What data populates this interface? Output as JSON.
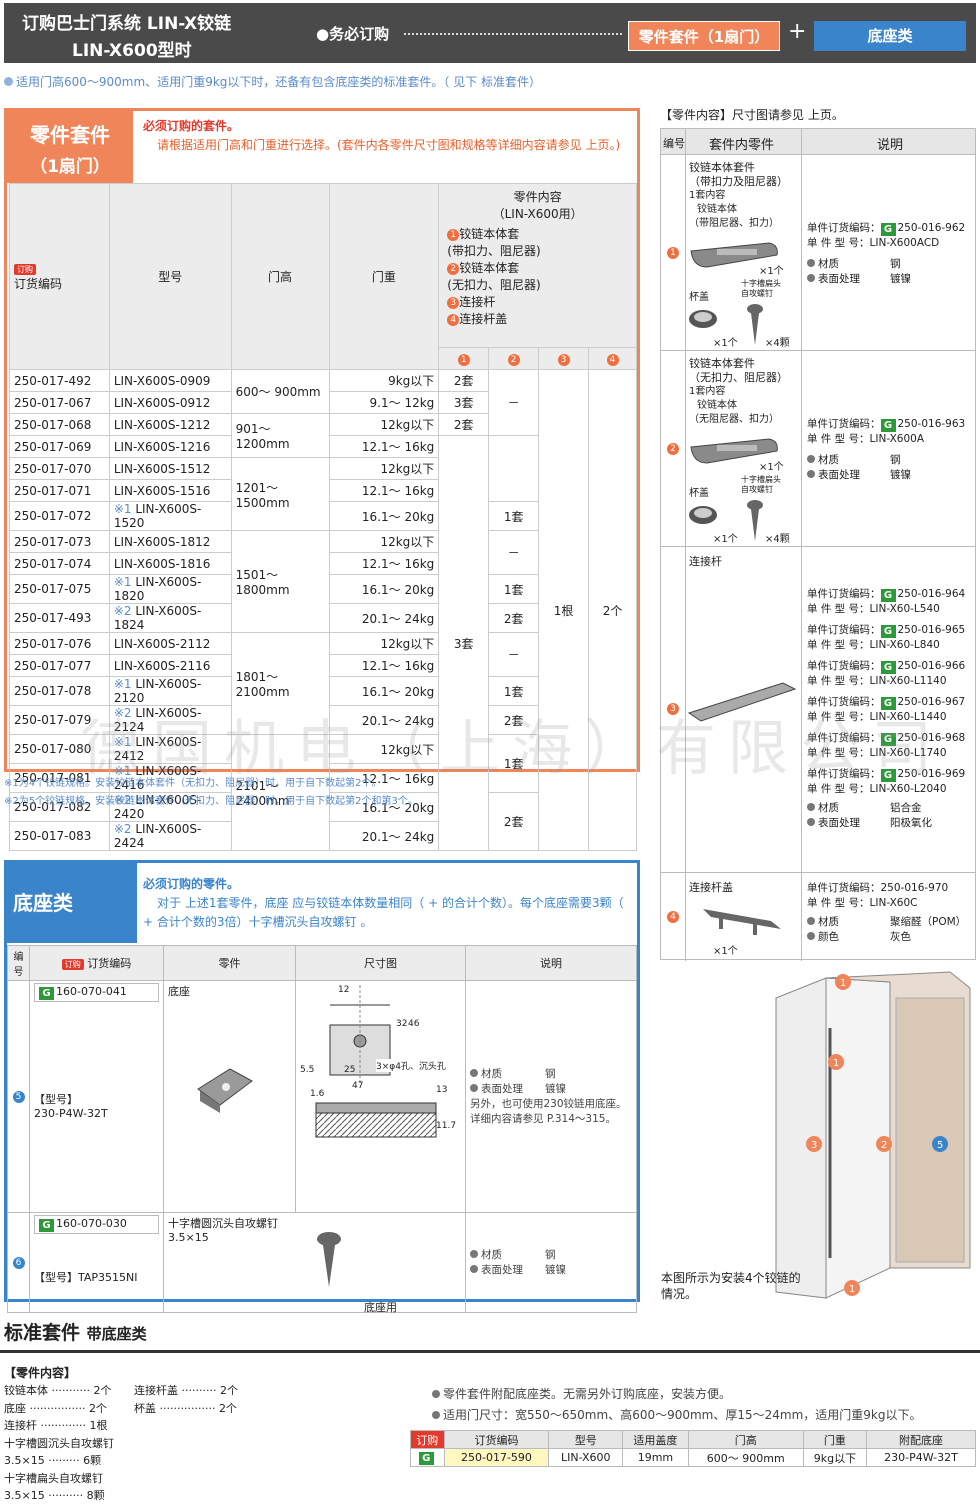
{
  "header": {
    "title1": "订购巴士门系统 LIN-X铰链",
    "title2": "LIN-X600型时",
    "must": "●务必订购",
    "kit": "零件套件（1扇门）",
    "plus": "+",
    "base": "底座类"
  },
  "note": "适用门高600～900mm、适用门重9kg以下时，还备有包含底座类的标准套件。（ 见下 标准套件）",
  "kit": {
    "head1": "零件套件",
    "head2": "（1扇门）",
    "msg1": "必须订购的套件。",
    "msg2": "请根据适用门高和门重进行选择。(套件内各零件尺寸图和规格等详细内容请参见  上页。)",
    "col_order": "订购",
    "col_code": "订货编码",
    "col_model": "型号",
    "col_h": "门高",
    "col_w": "门重",
    "col_contents": "零件内容",
    "col_contents2": "（LIN-X600用）",
    "c1": "铰链本体套",
    "c1b": "(带扣力、阻尼器)",
    "c2": "铰链本体套",
    "c2b": "(无扣力、阻尼器)",
    "c3": "连接杆",
    "c4": "连接杆盖",
    "rows": [
      [
        "250-017-492",
        "",
        "LIN-X600S-0909",
        "9kg以下"
      ],
      [
        "250-017-067",
        "",
        "LIN-X600S-0912",
        "9.1～ 12kg"
      ],
      [
        "250-017-068",
        "",
        "LIN-X600S-1212",
        "12kg以下"
      ],
      [
        "250-017-069",
        "",
        "LIN-X600S-1216",
        "12.1～ 16kg"
      ],
      [
        "250-017-070",
        "",
        "LIN-X600S-1512",
        "12kg以下"
      ],
      [
        "250-017-071",
        "",
        "LIN-X600S-1516",
        "12.1～ 16kg"
      ],
      [
        "250-017-072",
        "※1",
        "LIN-X600S-1520",
        "16.1～ 20kg"
      ],
      [
        "250-017-073",
        "",
        "LIN-X600S-1812",
        "12kg以下"
      ],
      [
        "250-017-074",
        "",
        "LIN-X600S-1816",
        "12.1～ 16kg"
      ],
      [
        "250-017-075",
        "※1",
        "LIN-X600S-1820",
        "16.1～ 20kg"
      ],
      [
        "250-017-493",
        "※2",
        "LIN-X600S-1824",
        "20.1～ 24kg"
      ],
      [
        "250-017-076",
        "",
        "LIN-X600S-2112",
        "12kg以下"
      ],
      [
        "250-017-077",
        "",
        "LIN-X600S-2116",
        "12.1～ 16kg"
      ],
      [
        "250-017-078",
        "※1",
        "LIN-X600S-2120",
        "16.1～ 20kg"
      ],
      [
        "250-017-079",
        "※2",
        "LIN-X600S-2124",
        "20.1～ 24kg"
      ],
      [
        "250-017-080",
        "※1",
        "LIN-X600S-2412",
        "12kg以下"
      ],
      [
        "250-017-081",
        "※1",
        "LIN-X600S-2416",
        "12.1～ 16kg"
      ],
      [
        "250-017-082",
        "※2",
        "LIN-X600S-2420",
        "16.1～ 20kg"
      ],
      [
        "250-017-083",
        "※2",
        "LIN-X600S-2424",
        "20.1～ 24kg"
      ]
    ],
    "h1": "600～ 900mm",
    "h2": "901～ 1200mm",
    "h3": "1201～ 1500mm",
    "h4": "1501～ 1800mm",
    "h5": "1801～ 2100mm",
    "h6": "2101～ 2400mm",
    "q2a": "2套",
    "q3a": "3套",
    "q2b": "2套",
    "q3main": "3套",
    "dash": "－",
    "one": "1套",
    "two": "2套",
    "rod": "1根",
    "cap": "2个",
    "foot1": "※1为4个铰链规格。安装铰链本体套件（无扣力、阻尼器）时，用于自下数起第2个。",
    "foot2": "※2为5个铰链规格。安装铰链本体套件（无扣力、阻尼器）时，用于自下数起第2个和第3个。"
  },
  "parts": {
    "title": "【零件内容】尺寸图请参见  上页。",
    "h_no": "编号",
    "h_part": "套件内零件",
    "h_desc": "说明",
    "p1": {
      "t1": "铰链本体套件",
      "t2": "（带扣力及阻尼器）",
      "t3": "1套内容",
      "t4": "铰链本体",
      "t5": "（带阻尼器、扣力）",
      "x1": "×1个",
      "cap": "杯盖",
      "x2": "×1个",
      "scr": "十字槽扁头自攻螺钉",
      "x4": "×4颗",
      "code_l": "单件订货编码：",
      "code": "250-016-962",
      "model_l": "单 件 型 号：",
      "model": "LIN-X600ACD",
      "m_l": "材质",
      "m": "钢",
      "s_l": "表面处理",
      "s": "镀镍"
    },
    "p2": {
      "t1": "铰链本体套件",
      "t2": "（无扣力、阻尼器）",
      "t3": "1套内容",
      "t4": "铰链本体",
      "t5": "（无阻尼器、扣力）",
      "x1": "×1个",
      "cap": "杯盖",
      "x2": "×1个",
      "scr": "十字槽扁头自攻螺钉",
      "x4": "×4颗",
      "code_l": "单件订货编码：",
      "code": "250-016-963",
      "model_l": "单 件 型 号：",
      "model": "LIN-X600A",
      "m_l": "材质",
      "m": "钢",
      "s_l": "表面处理",
      "s": "镀镍"
    },
    "p3": {
      "t1": "连接杆",
      "codes": [
        [
          "250-016-964",
          "LIN-X60-L540"
        ],
        [
          "250-016-965",
          "LIN-X60-L840"
        ],
        [
          "250-016-966",
          "LIN-X60-L1140"
        ],
        [
          "250-016-967",
          "LIN-X60-L1440"
        ],
        [
          "250-016-968",
          "LIN-X60-L1740"
        ],
        [
          "250-016-969",
          "LIN-X60-L2040"
        ]
      ],
      "code_l": "单件订货编码：",
      "model_l": "单 件 型 号：",
      "m_l": "材质",
      "m": "铝合金",
      "s_l": "表面处理",
      "s": "阳极氧化"
    },
    "p4": {
      "t1": "连接杆盖",
      "x1": "×1个",
      "code_l": "单件订货编码：",
      "code": "250-016-970",
      "model_l": "单 件 型 号：",
      "model": "LIN-X60C",
      "m_l": "材质",
      "m": "聚缩醛（POM）",
      "c_l": "颜色",
      "c": "灰色"
    }
  },
  "base": {
    "head": "底座类",
    "msg1": "必须订购的零件。",
    "msg2": "对于  上述1套零件，底座 应与铰链本体数量相同（ + 的合计个数）。每个底座需要3颗（ + 合计个数的3倍）十字槽沉头自攻螺钉 。",
    "h_no": "编号",
    "h_code": "订货编码",
    "h_part": "零件",
    "h_dim": "尺寸图",
    "h_desc": "说明",
    "r5": {
      "code": "160-070-041",
      "model_l": "【型号】",
      "model": "230-P4W-32T",
      "part": "底座",
      "m_l": "材质",
      "m": "钢",
      "s_l": "表面处理",
      "s": "镀镍",
      "extra": "另外，也可使用230铰链用底座。",
      "ref": "详细内容请参见  P.314～315。"
    },
    "dims": {
      "d12": "12",
      "d32": "32",
      "d46": "46",
      "d55": "5.5",
      "d25": "25",
      "hole": "3×φ4孔、沉头孔",
      "d47": "47",
      "d13": "13",
      "d16": "1.6",
      "d117": "11.7"
    },
    "r6": {
      "code": "160-070-030",
      "model_l": "【型号】",
      "model": "TAP3515NI",
      "part": "十字槽圆沉头自攻螺钉",
      "size": "3.5×15",
      "m_l": "材质",
      "m": "钢",
      "s_l": "表面处理",
      "s": "镀镍",
      "use": "底座用"
    }
  },
  "diagram": {
    "caption": "本图所示为安装4个铰链的情况。"
  },
  "std": {
    "title": "标准套件",
    "sub": "带底座类",
    "contents": "【零件内容】",
    "list": [
      [
        "铰链本体 ··········· 2个",
        "连接杆盖 ·········· 2个"
      ],
      [
        "底座 ················ 2个",
        "杯盖 ················ 2个"
      ],
      [
        "连接杆 ············· 1根",
        ""
      ],
      [
        "十字槽圆沉头自攻螺钉3.5×15 ········· 6颗",
        ""
      ],
      [
        "十字槽扁头自攻螺钉3.5×15 ·········· 8颗",
        ""
      ]
    ],
    "note1": "零件套件附配底座类。无需另外订购底座，安装方便。",
    "note2": "适用门尺寸：宽550～650mm、高600～900mm、厚15～24mm，适用门重9kg以下。",
    "th": [
      "订购",
      "订货编码",
      "型号",
      "适用盖度",
      "门高",
      "门重",
      "附配底座"
    ],
    "row": [
      "250-017-590",
      "LIN-X600",
      "19mm",
      "600～ 900mm",
      "9kg以下",
      "230-P4W-32T"
    ]
  },
  "watermark": "德国机电（上海）有限公司"
}
